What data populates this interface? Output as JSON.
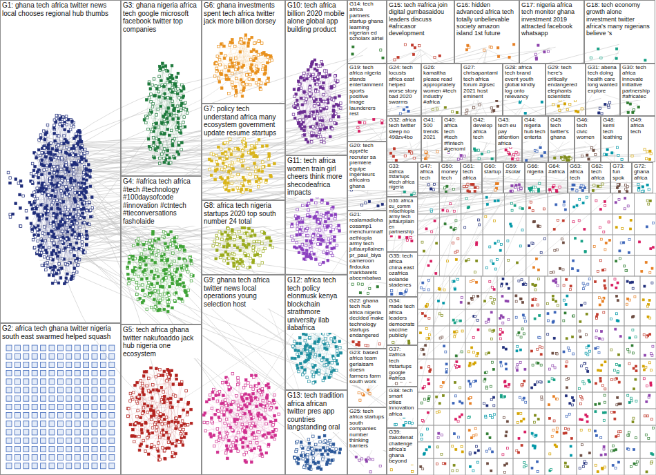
{
  "diagram": {
    "nodes": [
      {
        "text": [
          "G1: ghana tech africa twitter news local chooses regional hub thumbs"
        ]
      },
      {
        "text": [
          "G2: africa tech ghana twitter nigeria south east swarmed helped squash"
        ]
      },
      {
        "text": [
          "G3: ghana nigeria africa tech google microsoft facebook twitter top companies"
        ]
      },
      {
        "text": [
          "G4: #africa tech africa #tech #technology #100daysofcode #innovation #ctntech #tieconversations fasholaide"
        ]
      },
      {
        "text": [
          "G5: tech africa ghana twitter nakufoaddo jack hub nigeria one ecosystem"
        ]
      },
      {
        "text": [
          "G6: ghana investments spent tech africa twitter jack more billion dorsey"
        ]
      },
      {
        "text": [
          "G7: policy tech understand africa many ecosystem government update resume startups"
        ]
      },
      {
        "text": [
          "G8: africa tech nigeria startups 2020 top south number 24 total"
        ]
      },
      {
        "text": [
          "G9: ghana tech africa twitter news local operations young selection host"
        ]
      },
      {
        "text": [
          "G10: tech africa billion 2020 mobile alone global app building product"
        ]
      },
      {
        "text": [
          "G11: tech africa women train girl cheers think more shecodeafrica impacts"
        ]
      },
      {
        "text": [
          "G12: africa tech tech policy elonmusk kenya blockchain strathmore university ilab ilabafrica"
        ]
      },
      {
        "text": [
          "G13: tech tradition africa african twitter pres app countries langstanding oral"
        ]
      },
      {
        "text": [
          "G14: tech africa partners startup ghana learning nigerian ed scholarx airtel"
        ]
      },
      {
        "text": [
          "G15: tech #africa join digital gumbasaidou leaders discuss #africasor development"
        ]
      },
      {
        "text": [
          "G16: hidden advanced africa tech totally unbelievable society amazon island 1st future"
        ]
      },
      {
        "text": [
          "G17: nigeria africa tech monitor ghana investment 2019 attracted facebook whatsapp"
        ]
      },
      {
        "text": [
          "G18: tech economy growth alone investment twitter africa's many nigerians believe 's"
        ]
      },
      {
        "text": [
          "G19: tech africa nigeria stands entertainment sports positive image launderers rest"
        ]
      },
      {
        "text": [
          "G24: tech locusts africa east helped worse story bad 2020 swarms"
        ]
      },
      {
        "text": [
          "G26: kamaitha please read appropriately women #tech industry #africa"
        ]
      },
      {
        "text": [
          "G27: chrisapantami tech africa forum #gisec 2021 host eminent"
        ]
      },
      {
        "text": [
          "G28: africa tech brand event youth global kindly log onto relevancy"
        ]
      },
      {
        "text": [
          "G29: tech here's critically endangered elephants scientists"
        ]
      },
      {
        "text": [
          "G31: abena tech doing health care long wanted explore"
        ]
      },
      {
        "text": [
          "G30: tech africa innovate initiative partnership #africatec"
        ]
      },
      {
        "text": [
          "G32: africa tech twitter sleep no 498zv4bo"
        ]
      },
      {
        "text": [
          "G41: 500 trends 2021"
        ]
      },
      {
        "text": [
          "G40: africa tech #tech #fintech #genomi"
        ]
      },
      {
        "text": [
          "G42: develop africa tech"
        ]
      },
      {
        "text": [
          "G43: tech eu pay attention africa"
        ]
      },
      {
        "text": [
          "G44: nigeria hub tech enterta"
        ]
      },
      {
        "text": [
          "G45: tech twitter's ghana"
        ]
      },
      {
        "text": [
          "G46: tech civic women"
        ]
      },
      {
        "text": [
          "G48: kemi tech leathing"
        ]
      },
      {
        "text": [
          "G49: africa tech"
        ]
      },
      {
        "text": [
          "G20: tech apprête recruter sa première équipe ingénieurs africains ghana"
        ]
      },
      {
        "text": [
          "G21: realamadioha cosamp1 menchumnaffaethiopia army tech juttaurpilainen pr_paul_biya cameroon firdouka markbarets abeembatwa"
        ]
      },
      {
        "text": [
          "G22: ghana tech hub africa nigeria decided make technology startups endangered"
        ]
      },
      {
        "text": [
          "G23: based africa team gerlaisam doesn farmers farm south work"
        ]
      },
      {
        "text": [
          "G25: tech africa startups south companies number thinking barriers"
        ]
      },
      {
        "text": [
          "G33: #africa #startups #tech africa nigeria"
        ]
      },
      {
        "text": [
          "G36: africa eu_comm mfaethiopia army tech juttaurpilainen partnership"
        ]
      },
      {
        "text": [
          "G35: tech africa china east ozafrica eolande stadenes"
        ]
      },
      {
        "text": [
          "G34: made tech africa leaders democrats vaccine publicly"
        ]
      },
      {
        "text": [
          "G37: #africa tech #startups google #africa"
        ]
      },
      {
        "text": [
          "G38: tech smart cities innovation africa"
        ]
      },
      {
        "text": [
          "G39: #akofenat challenge africa's ghana beyond"
        ]
      },
      {
        "text": [
          "G47: africa tech"
        ]
      },
      {
        "text": [
          "G50: money tech"
        ]
      },
      {
        "text": [
          "G61: tech africa"
        ]
      },
      {
        "text": [
          "G60: startup"
        ]
      },
      {
        "text": [
          "G59: #solar"
        ]
      },
      {
        "text": [
          "G66: nigeria"
        ]
      },
      {
        "text": [
          "G64: #africa"
        ]
      },
      {
        "text": [
          "G63: africa tech"
        ]
      },
      {
        "text": [
          "G62: tech africa"
        ]
      },
      {
        "text": [
          "G73: fun spok"
        ]
      },
      {
        "text": [
          "G72: ghana africa"
        ]
      }
    ]
  }
}
